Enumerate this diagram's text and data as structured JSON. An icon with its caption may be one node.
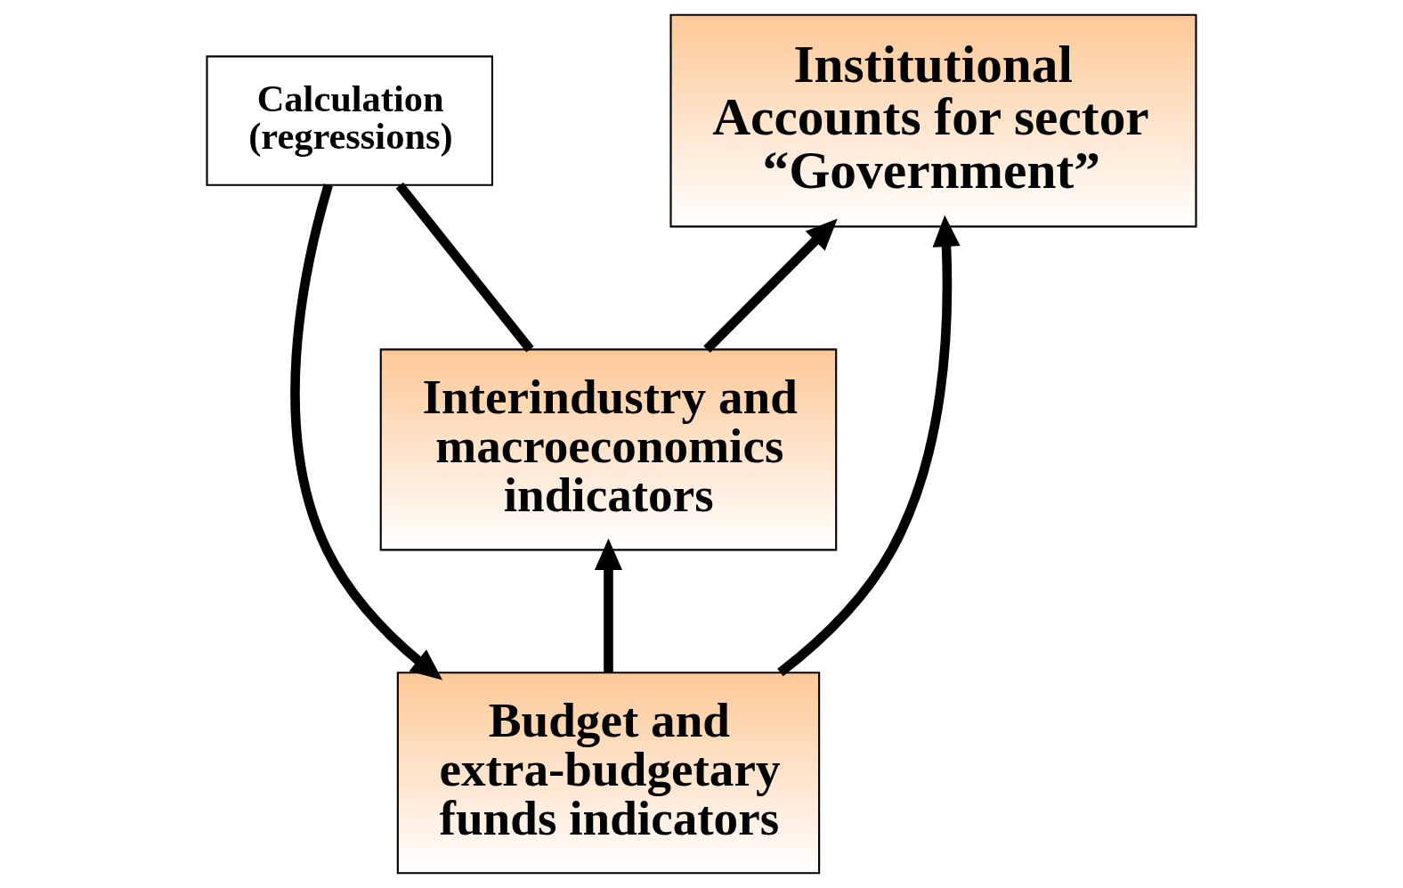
{
  "diagram": {
    "nodes": [
      {
        "text": [
          "Budget and extra-budgetary funds indicators"
        ]
      },
      {
        "text": [
          "Calculation (regressions)"
        ]
      },
      {
        "text": [
          "Interindustry and macroeconomics indicators"
        ]
      },
      {
        "text": [
          "Institutional Accounts for sector “Government”"
        ]
      }
    ],
    "edges": [
      {
        "from": 0,
        "to": 3,
        "arrow": "to"
      },
      {
        "from": 2,
        "to": 3,
        "arrow": "to"
      },
      {
        "from": 2,
        "to": 1,
        "arrow": "none"
      },
      {
        "from": 1,
        "to": 0,
        "arrow": "to"
      },
      {
        "from": 0,
        "to": 2,
        "arrow": "to"
      }
    ]
  }
}
